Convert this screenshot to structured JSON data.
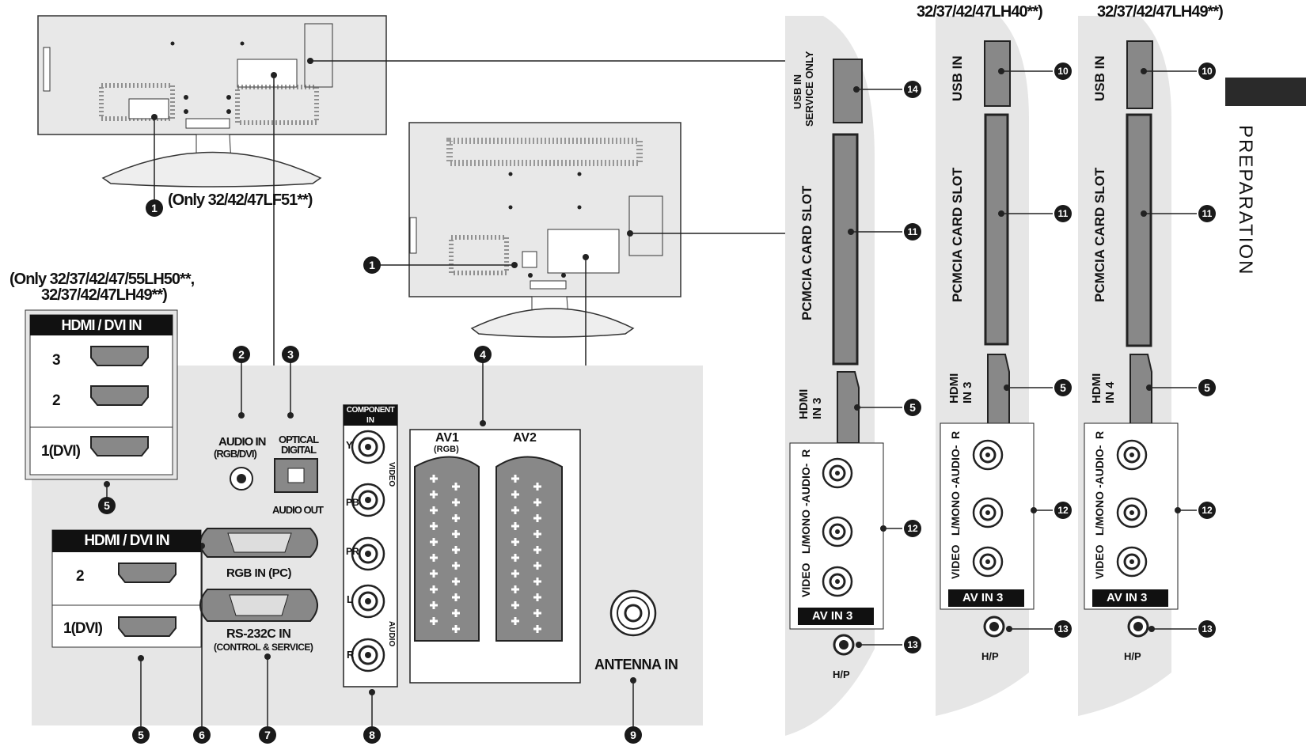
{
  "top": {
    "lf51_note": "(Only 32/42/47LF51**)",
    "lh50_note_line1": "(Only 32/37/42/47/55LH50**,",
    "lh50_note_line2": "32/37/42/47LH49**)",
    "col2_note": "32/37/42/47LH40**)",
    "col3_note": "32/37/42/47LH49**)"
  },
  "tab": {
    "label": "PREPARATION",
    "color": "#2a2a2a"
  },
  "colors": {
    "panel": "#e6e6e6",
    "line": "#222222",
    "badge": "#1a1a1a",
    "slot": "#8a8a8a"
  },
  "left_hdmi": {
    "title": "HDMI / DVI IN",
    "ports": [
      "3",
      "2",
      "1(DVI)"
    ],
    "badge": "5"
  },
  "main_panel": {
    "hdmi_title": "HDMI / DVI IN",
    "hdmi_ports": [
      "2",
      "1(DVI)"
    ],
    "audio_in": "AUDIO IN",
    "audio_in_sub": "(RGB/DVI)",
    "optical_1": "OPTICAL",
    "optical_2": "DIGITAL",
    "audio_out": "AUDIO OUT",
    "rgb_in": "RGB IN (PC)",
    "rs232": "RS-232C IN",
    "rs232_sub": "(CONTROL & SERVICE)",
    "component_1": "COMPONENT",
    "component_2": "IN",
    "comp_y": "Y",
    "comp_pb": "PB",
    "comp_pr": "PR",
    "comp_l": "L",
    "comp_r": "R",
    "video_group": "VIDEO",
    "audio_group": "AUDIO",
    "av1": "AV1",
    "av1_sub": "(RGB)",
    "av2": "AV2",
    "antenna": "ANTENNA IN"
  },
  "badges_bottom": [
    "5",
    "6",
    "7",
    "8",
    "9"
  ],
  "badges_top": [
    "2",
    "3",
    "4"
  ],
  "badge_one": "1",
  "side_panels": [
    {
      "usb": "USB IN",
      "usb2": "SERVICE ONLY",
      "usb_badge": "14",
      "pcmcia": "PCMCIA CARD SLOT",
      "hdmi": "HDMI",
      "hdmi2": "IN 3",
      "av_label_video": "VIDEO",
      "av_label_mono": "L/MONO",
      "av_label_audio": "-AUDIO-",
      "av_label_r": "R",
      "av_in": "AV IN 3",
      "hp": "H/P"
    },
    {
      "usb": "USB IN",
      "usb_badge": "10",
      "pcmcia": "PCMCIA CARD SLOT",
      "hdmi": "HDMI",
      "hdmi2": "IN 3",
      "av_label_video": "VIDEO",
      "av_label_mono": "L/MONO",
      "av_label_audio": "-AUDIO-",
      "av_label_r": "R",
      "av_in": "AV IN 3",
      "hp": "H/P"
    },
    {
      "usb": "USB IN",
      "usb_badge": "10",
      "pcmcia": "PCMCIA CARD SLOT",
      "hdmi": "HDMI",
      "hdmi2": "IN 4",
      "av_label_video": "VIDEO",
      "av_label_mono": "L/MONO",
      "av_label_audio": "-AUDIO-",
      "av_label_r": "R",
      "av_in": "AV IN 3",
      "hp": "H/P"
    }
  ],
  "side_badges": {
    "pcmcia": "11",
    "hdmi": "5",
    "av": "12",
    "hp": "13"
  }
}
